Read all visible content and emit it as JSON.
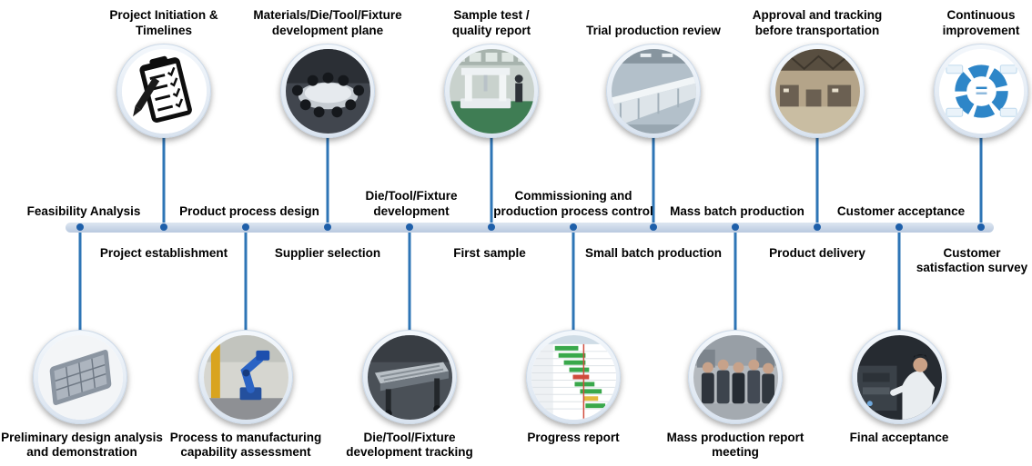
{
  "colors": {
    "timeline_bar": "#c3d2e6",
    "node_ring": "#1e5fa9",
    "connector": "#2e75b6",
    "text": "#000000"
  },
  "milestones": [
    {
      "label": "Feasibility Analysis",
      "side": "above"
    },
    {
      "label": "Project establishment",
      "side": "below"
    },
    {
      "label": "Product process design",
      "side": "above"
    },
    {
      "label": "Supplier selection",
      "side": "below"
    },
    {
      "label": "Die/Tool/Fixture\ndevelopment",
      "side": "above"
    },
    {
      "label": "First sample",
      "side": "below"
    },
    {
      "label": "Commissioning and\nproduction process control",
      "side": "above"
    },
    {
      "label": "Small batch production",
      "side": "below"
    },
    {
      "label": "Mass batch production",
      "side": "above"
    },
    {
      "label": "Product delivery",
      "side": "below"
    },
    {
      "label": "Customer acceptance",
      "side": "above"
    },
    {
      "label": "Customer\nsatisfaction survey",
      "side": "below"
    }
  ],
  "top_items": [
    {
      "caption": "Project Initiation &\nTimelines",
      "icon": "clipboard-checklist-icon"
    },
    {
      "caption": "Materials/Die/Tool/Fixture\ndevelopment plane",
      "icon": "meeting-table-image"
    },
    {
      "caption": "Sample test /\nquality report",
      "icon": "cmm-inspection-image"
    },
    {
      "caption": "Trial production review",
      "icon": "production-line-image"
    },
    {
      "caption": "Approval and tracking\nbefore transportation",
      "icon": "factory-floor-image"
    },
    {
      "caption": "Continuous\nimprovement",
      "icon": "improvement-cycle-diagram-icon"
    }
  ],
  "bottom_items": [
    {
      "caption": "Preliminary design analysis\nand demonstration",
      "icon": "battery-tray-cad-image"
    },
    {
      "caption": "Process to manufacturing\ncapability assessment",
      "icon": "robot-arm-image"
    },
    {
      "caption": "Die/Tool/Fixture\ndevelopment tracking",
      "icon": "conveyor-die-image"
    },
    {
      "caption": "Progress report",
      "icon": "gantt-chart-image"
    },
    {
      "caption": "Mass production report\nmeeting",
      "icon": "shopfloor-meeting-image"
    },
    {
      "caption": "Final acceptance",
      "icon": "machine-inspection-image"
    }
  ]
}
